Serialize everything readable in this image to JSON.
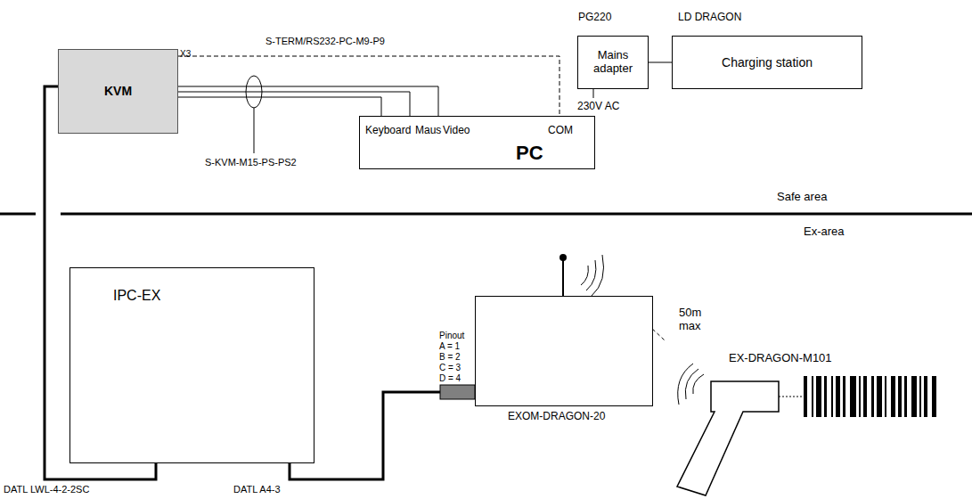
{
  "diagram": {
    "nodes": [
      {
        "text": [
          "KVM"
        ]
      },
      {
        "text": [
          "Keyboard",
          "Maus",
          "Video",
          "COM",
          "PC"
        ]
      },
      {
        "text": [
          "PG220",
          "Mains adapter"
        ]
      },
      {
        "text": [
          "LD DRAGON",
          "Charging station"
        ]
      },
      {
        "text": [
          "IPC-EX"
        ]
      },
      {
        "text": [
          "EXOM-DRAGON-20"
        ]
      }
    ],
    "edges": [
      {
        "from": 0,
        "to": 1,
        "arrow": "none"
      },
      {
        "from": 0,
        "to": 1,
        "label": "S-TERM/RS232-PC-M9-P9",
        "arrow": "none"
      },
      {
        "from": 2,
        "to": 3,
        "arrow": "none"
      },
      {
        "from": 0,
        "to": 4,
        "label": "DATL LWL-4-2-2SC",
        "arrow": "none"
      },
      {
        "from": 4,
        "to": 5,
        "label": "DATL A4-3",
        "arrow": "none"
      }
    ],
    "labels": [
      "X3",
      "S-KVM-M15-PS-PS2",
      "230V AC",
      "Safe area",
      "Ex-area",
      "Pinout",
      "A = 1",
      "B = 2",
      "C = 3",
      "D = 4",
      "50m max",
      "EX-DRAGON-M101"
    ]
  }
}
